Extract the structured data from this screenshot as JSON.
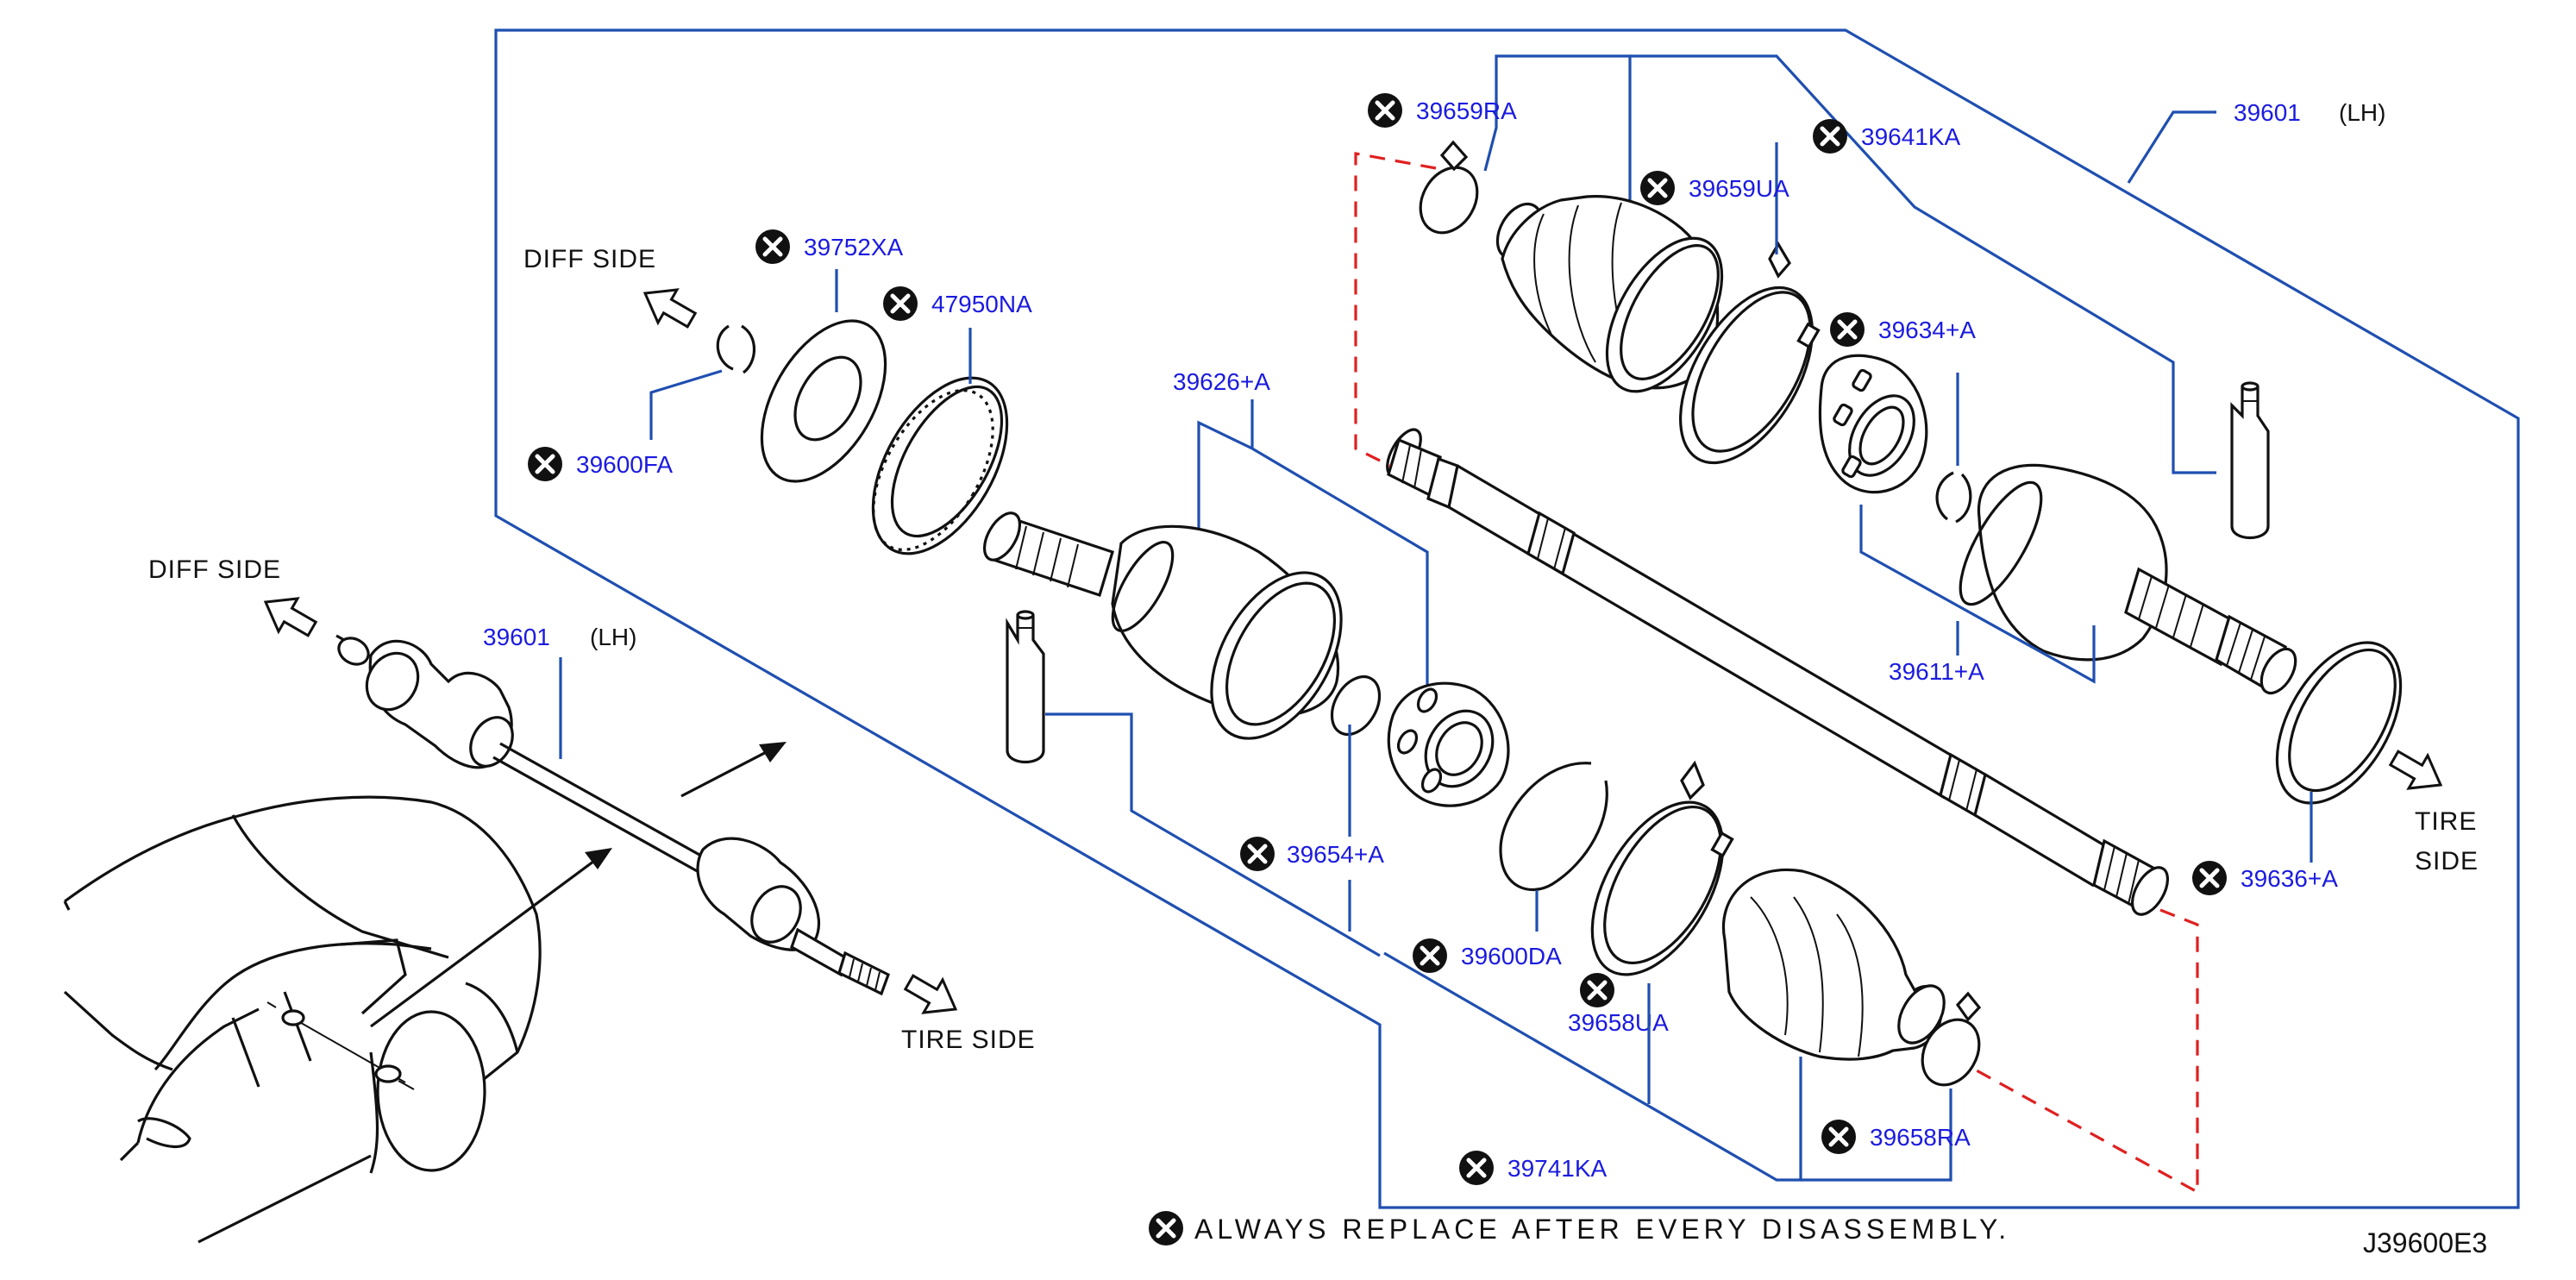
{
  "diagram": {
    "labels": {
      "diff_side_top": "DIFF   SIDE",
      "diff_side_left": "DIFF   SIDE",
      "tire_side_bottom": "TIRE   SIDE",
      "tire_side_right_1": "TIRE",
      "tire_side_right_2": "SIDE",
      "lh_left": "(LH)",
      "lh_right": "(LH)"
    },
    "parts": {
      "p39601_left": "39601",
      "p39601_right": "39601",
      "p39659RA": "39659RA",
      "p39641KA": "39641KA",
      "p39659UA": "39659UA",
      "p39634A": "39634+A",
      "p39752XA": "39752XA",
      "p47950NA": "47950NA",
      "p39600FA": "39600FA",
      "p39626A": "39626+A",
      "p39611A": "39611+A",
      "p39654A": "39654+A",
      "p39636A": "39636+A",
      "p39600DA": "39600DA",
      "p39658UA": "39658UA",
      "p39741KA": "39741KA",
      "p39658RA": "39658RA"
    },
    "replace_marked_parts": [
      "39659RA",
      "39641KA",
      "39659UA",
      "39634+A",
      "39752XA",
      "47950NA",
      "39600FA",
      "39654+A",
      "39636+A",
      "39600DA",
      "39658UA",
      "39741KA",
      "39658RA"
    ],
    "note": "ALWAYS  REPLACE  AFTER  EVERY  DISASSEMBLY.",
    "drawing_code": "J39600E3",
    "icons": {
      "replace_marker": "x-circle-icon",
      "direction_arrow": "outline-arrow-icon"
    },
    "colors": {
      "part_number_text": "#1b1be0",
      "leader_lines": "#1f4fb0",
      "mating_dashes": "#e02020",
      "drawing_lines": "#111111"
    }
  }
}
